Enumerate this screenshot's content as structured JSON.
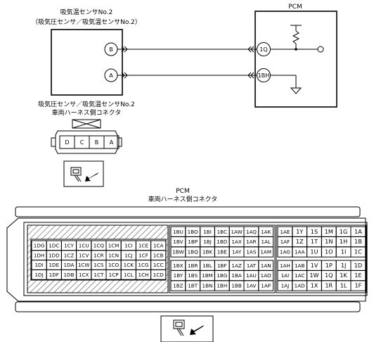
{
  "sensor": {
    "title": "吸気温センサNo.2",
    "subtitle": "（吸気圧センサ／吸気温センサNo.2）",
    "pins": [
      "B",
      "A"
    ]
  },
  "pcm": {
    "title": "PCM",
    "pins": [
      "1Q",
      "1BH"
    ]
  },
  "connector_small": {
    "title1": "吸気圧センサ／吸気温センサNo.2",
    "title2": "車両ハーネス側コネクタ",
    "cells": [
      "D",
      "C",
      "B",
      "A"
    ]
  },
  "pcm_connector": {
    "title1": "PCM",
    "title2": "車両ハーネス側コネクタ",
    "left_grid": [
      [
        "1DG",
        "1DC",
        "1CY",
        "1CU",
        "1CQ",
        "1CM",
        "1CI",
        "1CE",
        "1CA"
      ],
      [
        "1DH",
        "1DD",
        "1CZ",
        "1CV",
        "1CR",
        "1CN",
        "1CJ",
        "1CF",
        "1CB"
      ],
      [
        "1DI",
        "1DE",
        "1DA",
        "1CW",
        "1CS",
        "1CO",
        "1CK",
        "1CG",
        "1CC"
      ],
      [
        "1DJ",
        "1DF",
        "1DB",
        "1CX",
        "1CT",
        "1CP",
        "1CL",
        "1CH",
        "1CD"
      ]
    ],
    "mid_top": [
      [
        "1BU",
        "1BO",
        "1BI",
        "1BC",
        "1AW",
        "1AQ",
        "1AK"
      ],
      [
        "1BV",
        "1BP",
        "1BJ",
        "1BD",
        "1AX",
        "1AR",
        "1AL"
      ],
      [
        "1BW",
        "1BQ",
        "1BK",
        "1BE",
        "1AY",
        "1AS",
        "1AM"
      ]
    ],
    "mid_bottom": [
      [
        "1BX",
        "1BR",
        "1BL",
        "1BF",
        "1AZ",
        "1AT",
        "1AN"
      ],
      [
        "1BY",
        "1BS",
        "1BM",
        "1BG",
        "1BA",
        "1AU",
        "1AO"
      ],
      [
        "1BZ",
        "1BT",
        "1BN",
        "1BH",
        "1BB",
        "1AV",
        "1AP"
      ]
    ],
    "right_top": [
      [
        "1AE",
        "1Y",
        "1S",
        "1M",
        "1G",
        "1A"
      ],
      [
        "1AF",
        "1Z",
        "1T",
        "1N",
        "1H",
        "1B"
      ],
      [
        "1AG",
        "1AA",
        "1U",
        "1O",
        "1I",
        "1C"
      ]
    ],
    "right_bottom": [
      [
        "1AH",
        "1AB",
        "1V",
        "1P",
        "1J",
        "1D"
      ],
      [
        "1AI",
        "1AC",
        "1W",
        "1Q",
        "1K",
        "1E"
      ],
      [
        "1AJ",
        "1AD",
        "1X",
        "1R",
        "1L",
        "1F"
      ]
    ]
  },
  "icons": [
    "connector-view-icon",
    "arrow-icon"
  ]
}
